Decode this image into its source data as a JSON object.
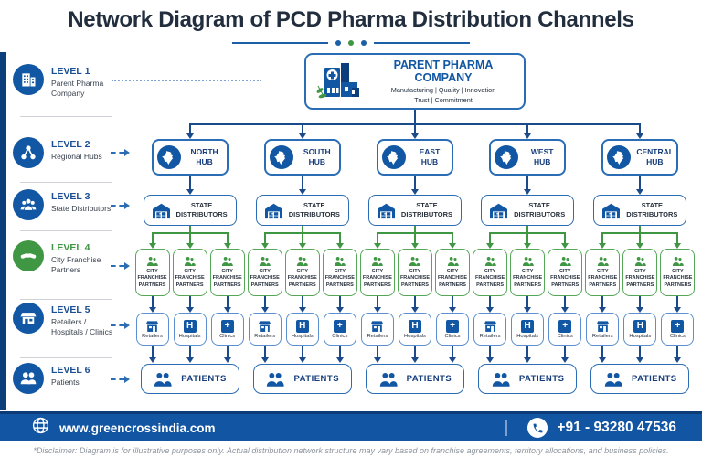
{
  "title": "Network Diagram of PCD Pharma Distribution Channels",
  "sidebar": {
    "levels": [
      {
        "title": "LEVEL 1",
        "subtitle": "Parent Pharma Company",
        "icon": "building-icon",
        "accent": "#1257a4"
      },
      {
        "title": "LEVEL 2",
        "subtitle": "Regional Hubs",
        "icon": "network-icon",
        "accent": "#1257a4"
      },
      {
        "title": "LEVEL 3",
        "subtitle": "State Distributors",
        "icon": "people-group-icon",
        "accent": "#1257a4"
      },
      {
        "title": "LEVEL 4",
        "subtitle": "City Franchise Partners",
        "icon": "handshake-icon",
        "accent": "#3f9643"
      },
      {
        "title": "LEVEL 5",
        "subtitle": "Retailers / Hospitals / Clinics",
        "icon": "storefront-icon",
        "accent": "#1257a4"
      },
      {
        "title": "LEVEL 6",
        "subtitle": "Patients",
        "icon": "patients-icon",
        "accent": "#1257a4"
      }
    ]
  },
  "diagram": {
    "parent": {
      "name": "PARENT PHARMA COMPANY",
      "tagline1": "Manufacturing | Quality | Innovation",
      "tagline2": "Trust | Commitment"
    },
    "hubs": [
      {
        "name": "NORTH HUB"
      },
      {
        "name": "SOUTH HUB"
      },
      {
        "name": "EAST HUB"
      },
      {
        "name": "WEST HUB"
      },
      {
        "name": "CENTRAL HUB"
      }
    ],
    "state_distributor_label": "STATE DISTRIBUTORS",
    "cfp_label": "CITY FRANCHISE PARTNERS",
    "l5": [
      {
        "label": "Retailers",
        "icon": "storefront-icon"
      },
      {
        "label": "Hospitals",
        "icon": "hospital-h-icon"
      },
      {
        "label": "Clinics",
        "icon": "clinic-cross-icon"
      }
    ],
    "patients_label": "PATIENTS"
  },
  "footer": {
    "website": "www.greencrossindia.com",
    "phone": "+91 - 93280 47536"
  },
  "disclaimer": "*Disclaimer: Diagram is for illustrative purposes only. Actual distribution network structure may vary based on franchise agreements, territory allocations, and business policies.",
  "colors": {
    "primary_blue": "#1257a4",
    "navy_text": "#153d7c",
    "green": "#3f9643",
    "footer_blue": "#1155a3",
    "title_color": "#222e3e"
  }
}
